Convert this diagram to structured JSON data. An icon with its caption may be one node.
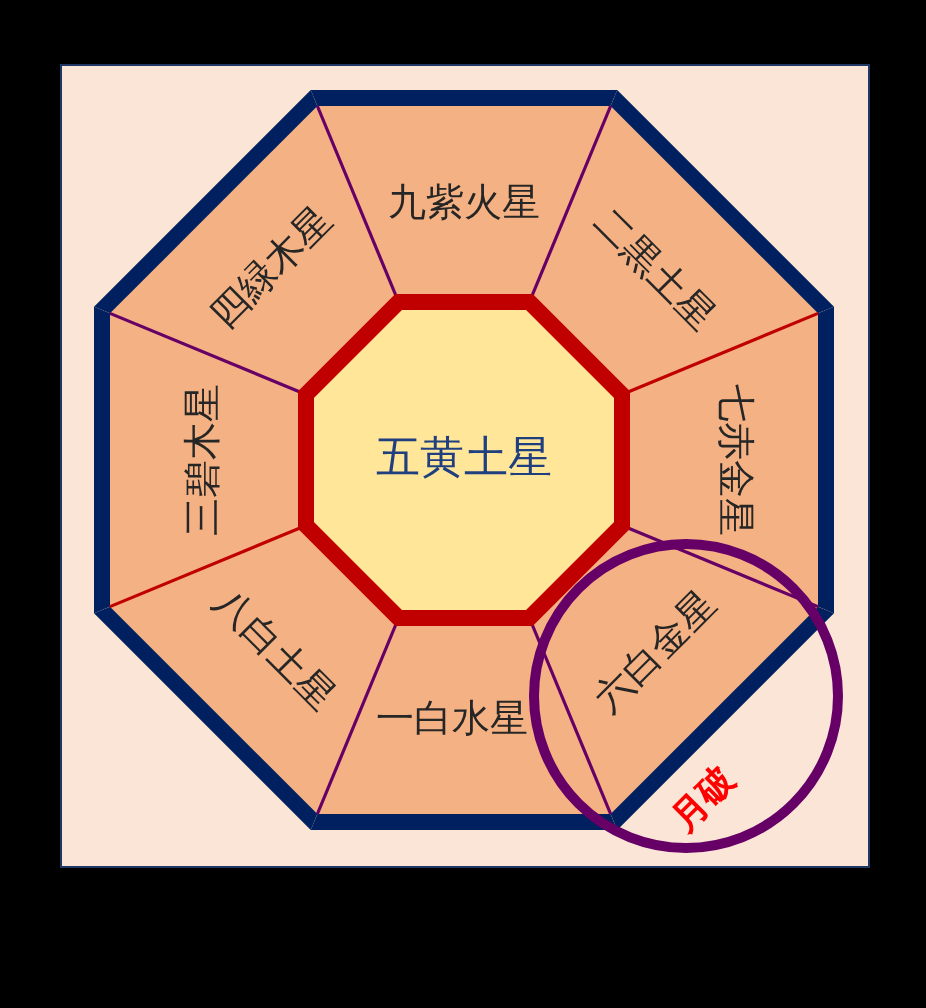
{
  "diagram": {
    "nodes": [
      {
        "text": [
          "四緑木星"
        ]
      },
      {
        "text": [
          "九紫火星"
        ]
      },
      {
        "text": [
          "二黒土星"
        ]
      },
      {
        "text": [
          "三碧木星"
        ]
      },
      {
        "text": [
          "五黄土星"
        ]
      },
      {
        "text": [
          "七赤金星"
        ]
      },
      {
        "text": [
          "八白土星"
        ]
      },
      {
        "text": [
          "一白水星"
        ]
      },
      {
        "text": [
          "六白金星"
        ]
      },
      {
        "text": [
          "月破"
        ]
      }
    ]
  }
}
